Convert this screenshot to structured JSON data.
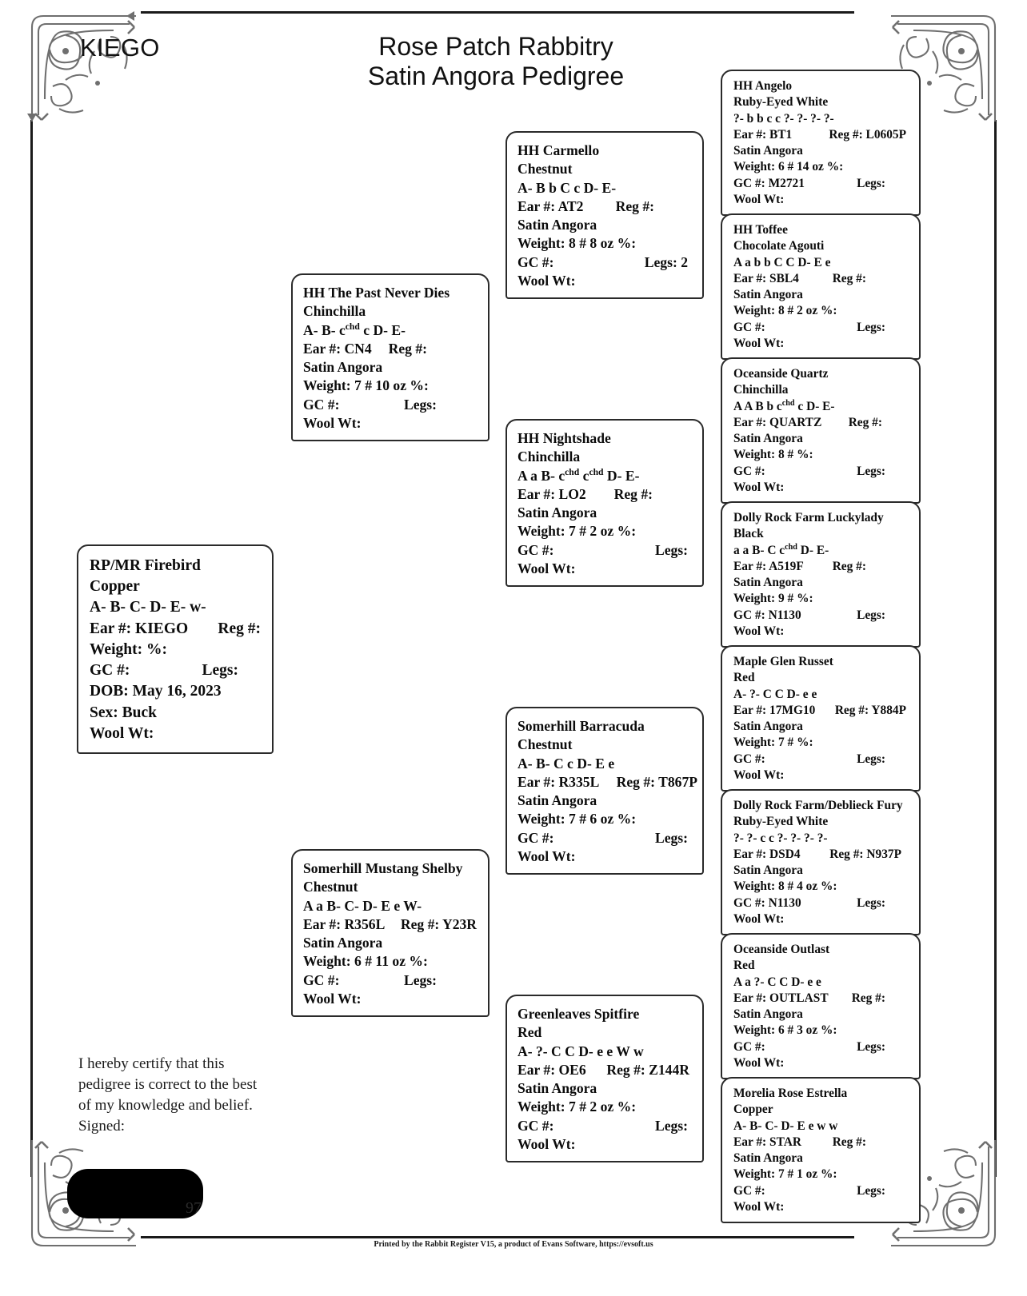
{
  "header": {
    "rabbitry_tag": "KIEGO",
    "title_line1": "Rose Patch Rabbitry",
    "title_line2": "Satin Angora Pedigree"
  },
  "subject": {
    "name": "RP/MR Firebird",
    "color": "Copper",
    "genotype_pre": "A- B- C- D- E- w-",
    "genotype_sup": "",
    "genotype_post": "",
    "ear_label": "Ear #: KIEGO",
    "reg_label": "Reg #:",
    "weight_label": "Weight:   %:",
    "gc_label": "GC #:",
    "legs_label": "Legs:",
    "dob": "DOB: May 16, 2023",
    "sex": "Sex: Buck",
    "wool": "Wool Wt:"
  },
  "gen1": [
    {
      "name": "HH The Past Never Dies",
      "color": "Chinchilla",
      "geno_a": "A- B- c",
      "geno_sup1": "chd",
      "geno_b": " c D- E-",
      "geno_sup2": "",
      "geno_c": "",
      "ear": "Ear #: CN4",
      "reg": "Reg #:",
      "breed": "Satin Angora",
      "weight": "Weight: 7 # 10 oz   %:",
      "gc": "GC #:",
      "legs": "Legs:",
      "wool": "Wool Wt:"
    },
    {
      "name": "Somerhill Mustang Shelby",
      "color": "Chestnut",
      "geno_a": "A a B- C- D- E e W-",
      "geno_sup1": "",
      "geno_b": "",
      "geno_sup2": "",
      "geno_c": "",
      "ear": "Ear #: R356L",
      "reg": "Reg #: Y23R",
      "breed": "Satin Angora",
      "weight": "Weight: 6 # 11 oz   %:",
      "gc": "GC #:",
      "legs": "Legs:",
      "wool": "Wool Wt:"
    }
  ],
  "gen2": [
    {
      "name": "HH Carmello",
      "color": "Chestnut",
      "geno_a": "A- B b C c D- E-",
      "geno_sup1": "",
      "geno_b": "",
      "geno_sup2": "",
      "geno_c": "",
      "ear": "Ear #: AT2",
      "reg": "Reg #:",
      "breed": "Satin Angora",
      "weight": "Weight: 8 # 8 oz   %:",
      "gc": "GC #:",
      "legs": "Legs: 2",
      "wool": "Wool Wt:"
    },
    {
      "name": "HH Nightshade",
      "color": "Chinchilla",
      "geno_a": "A a B- c",
      "geno_sup1": "chd",
      "geno_b": " c",
      "geno_sup2": "chd",
      "geno_c": "  D- E-",
      "ear": "Ear #: LO2",
      "reg": "Reg #:",
      "breed": "Satin Angora",
      "weight": "Weight: 7 # 2 oz   %:",
      "gc": "GC #:",
      "legs": "Legs:",
      "wool": "Wool Wt:"
    },
    {
      "name": "Somerhill Barracuda",
      "color": "Chestnut",
      "geno_a": "A- B- C c D- E e",
      "geno_sup1": "",
      "geno_b": "",
      "geno_sup2": "",
      "geno_c": "",
      "ear": "Ear #: R335L",
      "reg": "Reg #: T867P",
      "breed": "Satin Angora",
      "weight": "Weight: 7 # 6 oz   %:",
      "gc": "GC #:",
      "legs": "Legs:",
      "wool": "Wool Wt:"
    },
    {
      "name": "Greenleaves Spitfire",
      "color": "Red",
      "geno_a": "A- ?- C C D- e e W w",
      "geno_sup1": "",
      "geno_b": "",
      "geno_sup2": "",
      "geno_c": "",
      "ear": "Ear #: OE6",
      "reg": "Reg #: Z144R",
      "breed": "Satin Angora",
      "weight": "Weight: 7 # 2 oz   %:",
      "gc": "GC #:",
      "legs": "Legs:",
      "wool": "Wool Wt:"
    }
  ],
  "gen3": [
    {
      "name": "HH Angelo",
      "color": "Ruby-Eyed White",
      "geno_a": "?- b b c c ?- ?- ?- ?-",
      "geno_sup1": "",
      "geno_b": "",
      "geno_sup2": "",
      "geno_c": "",
      "ear": "Ear #: BT1",
      "reg": "Reg #: L0605P",
      "breed": "Satin Angora",
      "weight": "Weight: 6 # 14 oz   %:",
      "gc": "GC #: M2721",
      "legs": "Legs:",
      "wool": "Wool Wt:"
    },
    {
      "name": "HH Toffee",
      "color": "Chocolate Agouti",
      "geno_a": "A a b b C C D- E e",
      "geno_sup1": "",
      "geno_b": "",
      "geno_sup2": "",
      "geno_c": "",
      "ear": "Ear #: SBL4",
      "reg": "Reg #:",
      "breed": "Satin Angora",
      "weight": "Weight: 8 # 2 oz   %:",
      "gc": "GC #:",
      "legs": "Legs:",
      "wool": "Wool Wt:"
    },
    {
      "name": "Oceanside Quartz",
      "color": "Chinchilla",
      "geno_a": "A A B b c",
      "geno_sup1": "chd",
      "geno_b": " c D- E-",
      "geno_sup2": "",
      "geno_c": "",
      "ear": "Ear #: QUARTZ",
      "reg": "Reg #:",
      "breed": "Satin Angora",
      "weight": "Weight: 8 #   %:",
      "gc": "GC #:",
      "legs": "Legs:",
      "wool": "Wool Wt:"
    },
    {
      "name": "Dolly Rock Farm Luckylady",
      "color": "Black",
      "geno_a": "a a B- C c",
      "geno_sup1": "chd",
      "geno_b": "  D- E-",
      "geno_sup2": "",
      "geno_c": "",
      "ear": "Ear #: A519F",
      "reg": "Reg #:",
      "breed": "Satin Angora",
      "weight": "Weight: 9 #   %:",
      "gc": "GC #: N1130",
      "legs": "Legs:",
      "wool": "Wool Wt:"
    },
    {
      "name": "Maple Glen Russet",
      "color": "Red",
      "geno_a": "A- ?- C C D- e e",
      "geno_sup1": "",
      "geno_b": "",
      "geno_sup2": "",
      "geno_c": "",
      "ear": "Ear #: 17MG10",
      "reg": "Reg #: Y884P",
      "breed": "Satin Angora",
      "weight": "Weight: 7 #   %:",
      "gc": "GC #:",
      "legs": "Legs:",
      "wool": "Wool Wt:"
    },
    {
      "name": "Dolly Rock Farm/Deblieck Fury",
      "color": "Ruby-Eyed White",
      "geno_a": "?- ?- c c ?- ?- ?- ?-",
      "geno_sup1": "",
      "geno_b": "",
      "geno_sup2": "",
      "geno_c": "",
      "ear": "Ear #: DSD4",
      "reg": "Reg #: N937P",
      "breed": "Satin Angora",
      "weight": "Weight: 8 # 4 oz   %:",
      "gc": "GC #: N1130",
      "legs": "Legs:",
      "wool": "Wool Wt:"
    },
    {
      "name": "Oceanside Outlast",
      "color": "Red",
      "geno_a": "A a ?- C C D- e e",
      "geno_sup1": "",
      "geno_b": "",
      "geno_sup2": "",
      "geno_c": "",
      "ear": "Ear #: OUTLAST",
      "reg": "Reg #:",
      "breed": "Satin Angora",
      "weight": "Weight: 6 # 3 oz   %:",
      "gc": "GC #:",
      "legs": "Legs:",
      "wool": "Wool Wt:"
    },
    {
      "name": "Morelia Rose Estrella",
      "color": "Copper",
      "geno_a": "A- B- C- D- E e w w",
      "geno_sup1": "",
      "geno_b": "",
      "geno_sup2": "",
      "geno_c": "",
      "ear": "Ear #: STAR",
      "reg": "Reg #:",
      "breed": "Satin Angora",
      "weight": "Weight: 7 # 1 oz   %:",
      "gc": "GC #:",
      "legs": "Legs:",
      "wool": "Wool Wt:"
    }
  ],
  "certification": {
    "line1": "I hereby certify that this",
    "line2": "pedigree is correct to the best",
    "line3": "of my knowledge and belief.",
    "line4": "Signed:"
  },
  "doc_number": "97",
  "footer": "Printed by the Rabbit Register V15, a product of Evans Software, https://evsoft.us"
}
